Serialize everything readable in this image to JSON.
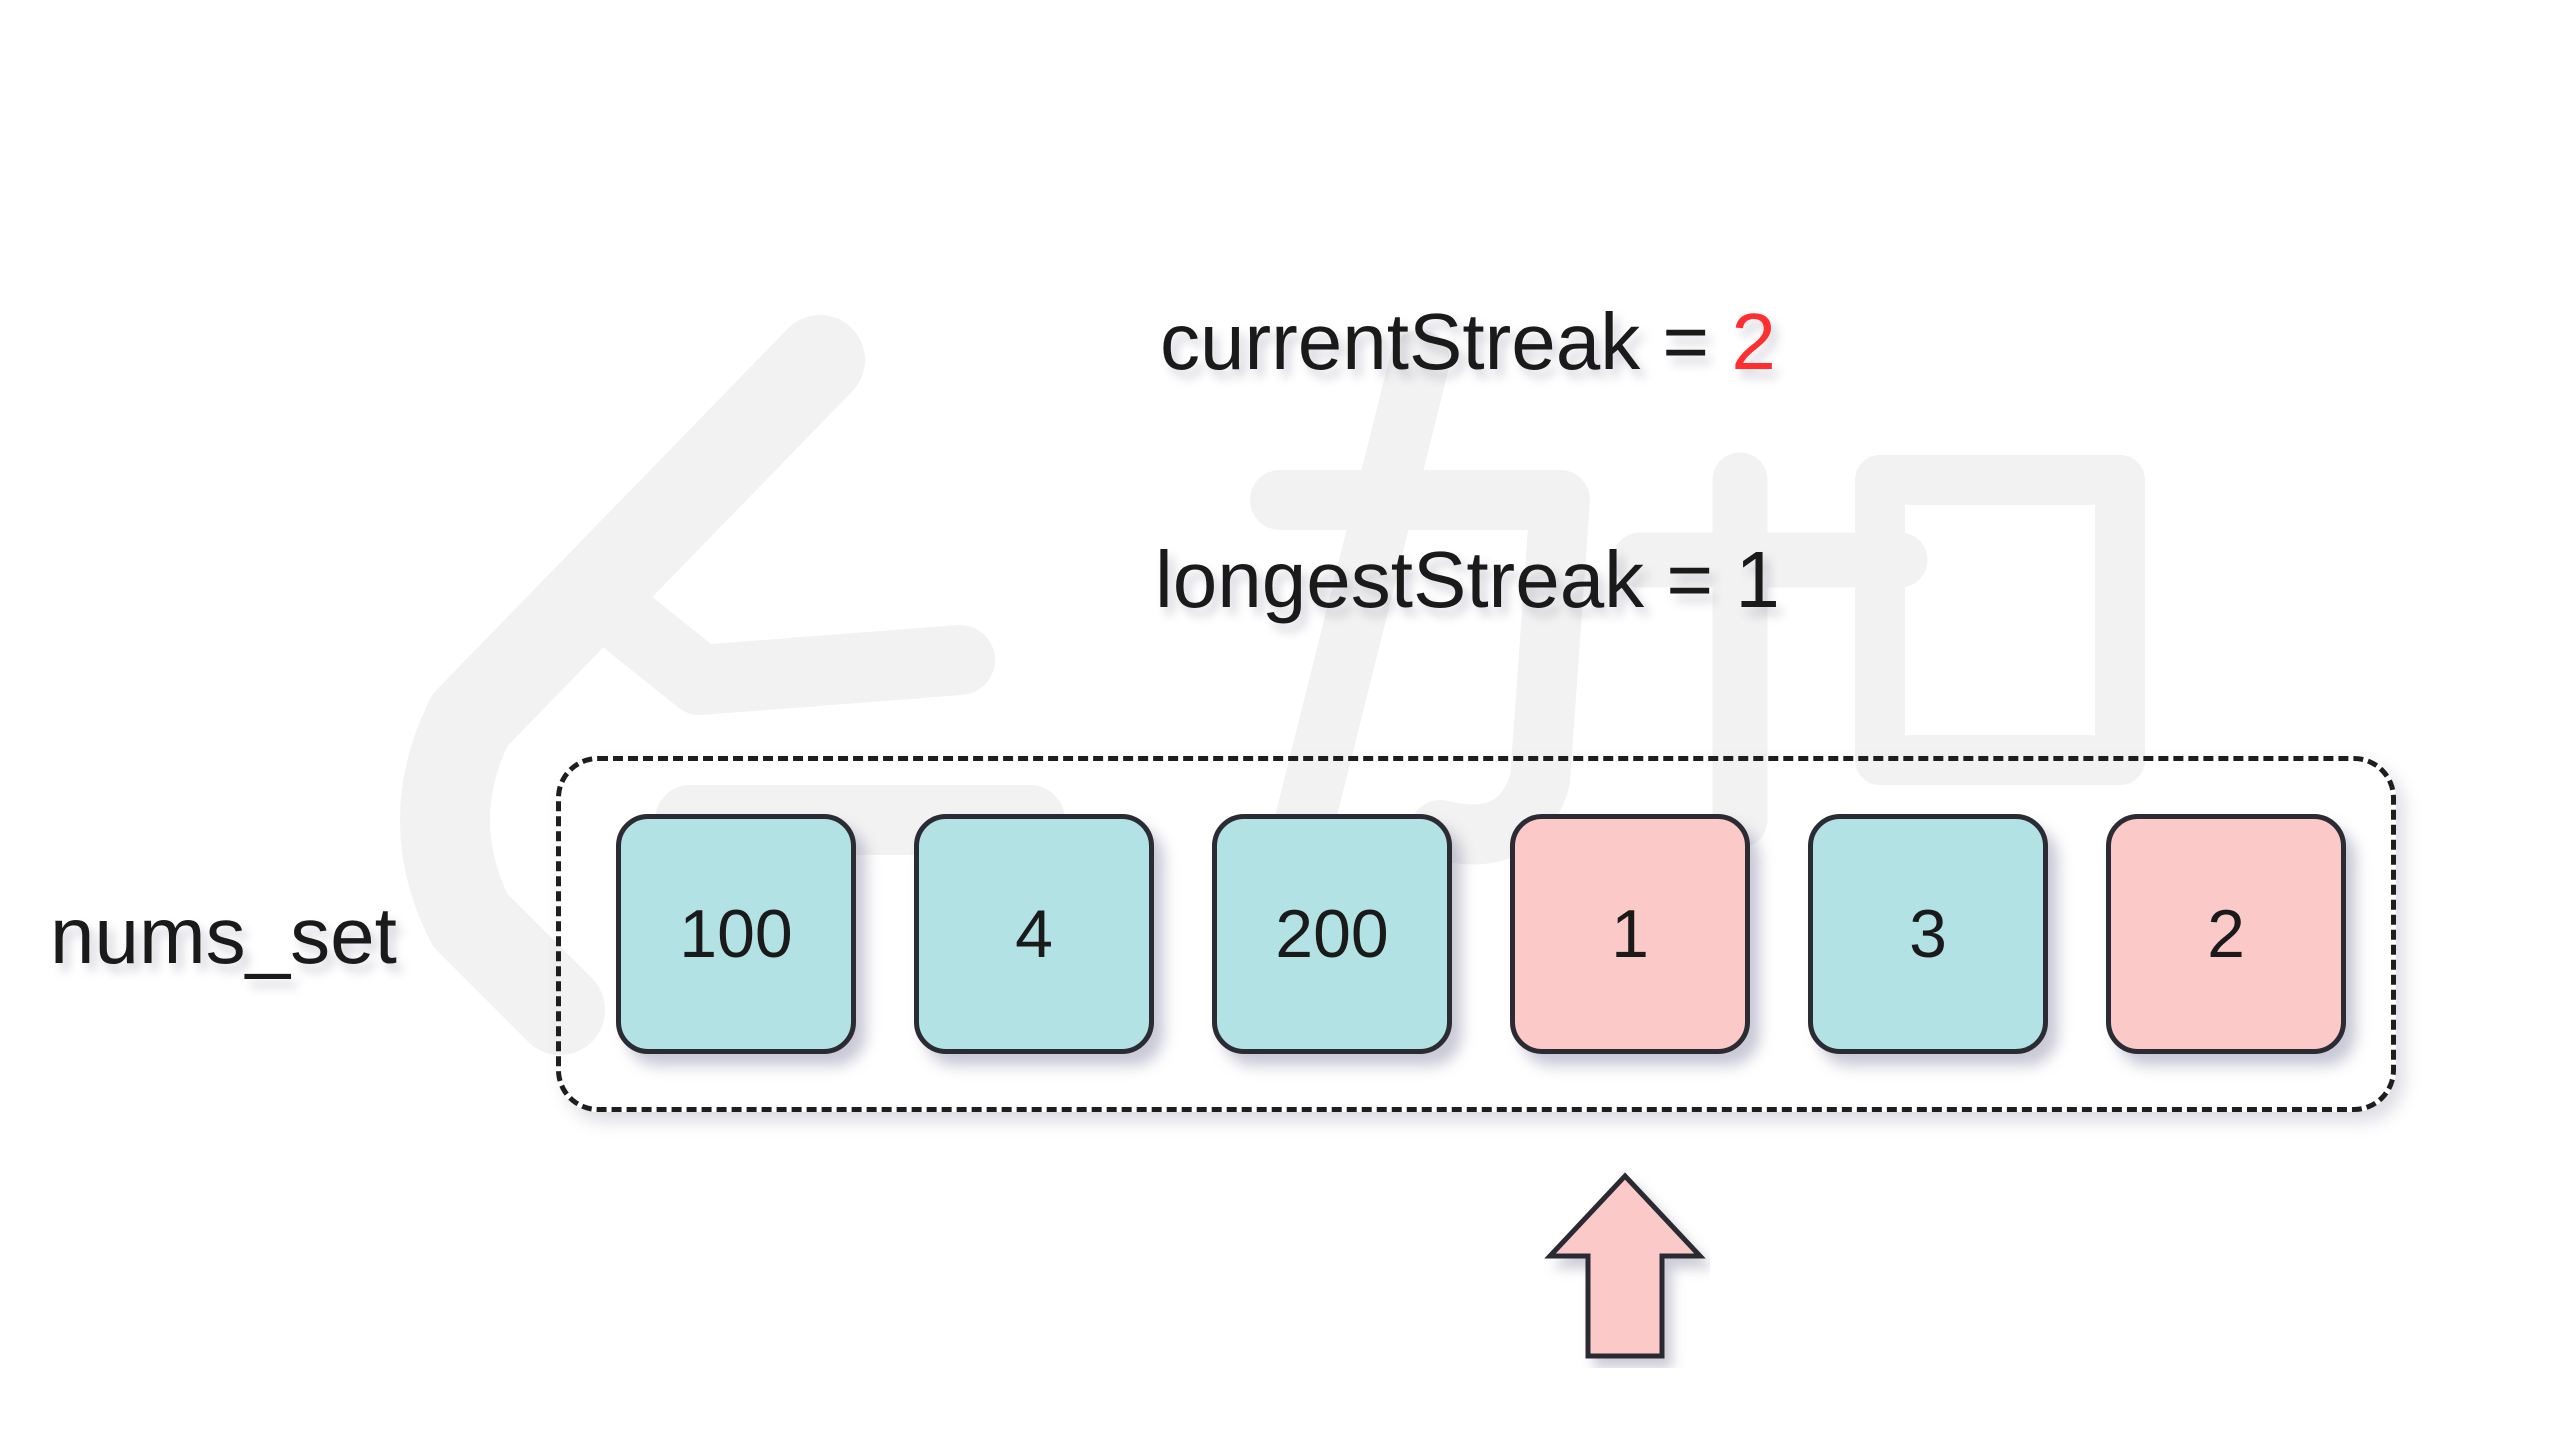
{
  "current_streak": {
    "name": "currentStreak",
    "equals": " = ",
    "value": "2",
    "value_color": "#ff2f2f"
  },
  "longest_streak": {
    "name": "longestStreak",
    "equals": " = ",
    "value": "1"
  },
  "set_label": "nums_set",
  "cells": [
    {
      "value": "100",
      "state": "default"
    },
    {
      "value": "4",
      "state": "default"
    },
    {
      "value": "200",
      "state": "default"
    },
    {
      "value": "1",
      "state": "highlighted"
    },
    {
      "value": "3",
      "state": "default"
    },
    {
      "value": "2",
      "state": "highlighted"
    }
  ],
  "pointer": {
    "icon": "up-arrow-icon",
    "points_to_value": "1"
  },
  "colors": {
    "default_cell": "#b2e2e4",
    "highlighted_cell": "#fcc9c9",
    "accent": "#ff2f2f"
  }
}
